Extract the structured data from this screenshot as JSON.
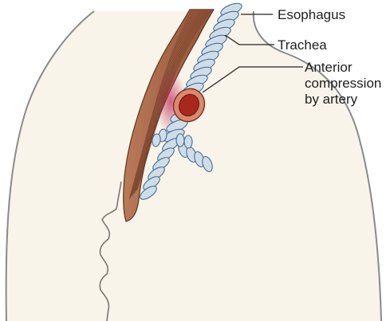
{
  "labels": {
    "esophagus": "Esophagus",
    "trachea": "Trachea",
    "compression_line1": "Anterior",
    "compression_line2": "compression",
    "compression_line3": "by artery"
  },
  "colors": {
    "body_fill": "#f8f4ea",
    "outline": "#8a8a8a",
    "muscle": "#a8684a",
    "muscle_fiber": "#6e3a24",
    "compression_tint": "#b8305a",
    "trachea_ring": "#cfdde9",
    "trachea_edge": "#4a6f8f",
    "artery_outer": "#d98a6e",
    "artery_inner": "#a8281e",
    "leader_line": "#222222"
  },
  "icons": {
    "artery": "artery-cross-section-icon"
  }
}
